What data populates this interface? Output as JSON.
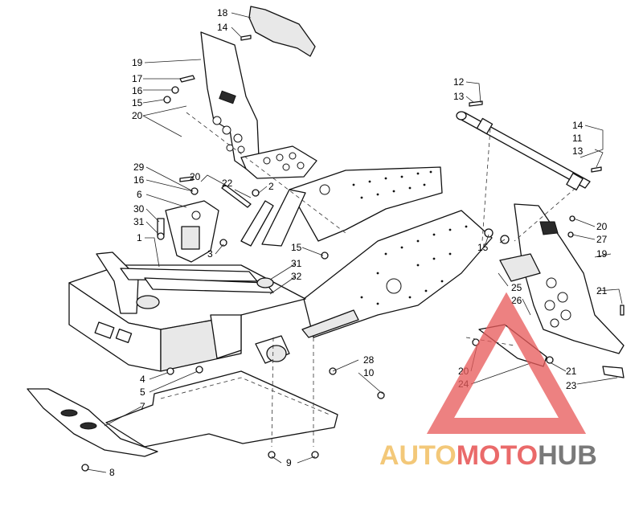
{
  "diagram": {
    "callouts": {
      "c1": "1",
      "c2": "2",
      "c3": "3",
      "c4": "4",
      "c5": "5",
      "c6": "6",
      "c7": "7",
      "c8": "8",
      "c9": "9",
      "c10": "10",
      "c11": "11",
      "c12": "12",
      "c13a": "13",
      "c13b": "13",
      "c14a": "14",
      "c14b": "14",
      "c15a": "15",
      "c15b": "15",
      "c15c": "15",
      "c16a": "16",
      "c16b": "16",
      "c17": "17",
      "c18": "18",
      "c19a": "19",
      "c19b": "19",
      "c20a": "20",
      "c20b": "20",
      "c20c": "20",
      "c20d": "20",
      "c21a": "21",
      "c21b": "21",
      "c22": "22",
      "c23": "23",
      "c24": "24",
      "c25": "25",
      "c26": "26",
      "c27": "27",
      "c28": "28",
      "c29": "29",
      "c30": "30",
      "c31a": "31",
      "c31b": "31",
      "c32": "32"
    }
  },
  "watermark": {
    "part1": "AUTO",
    "part2": "MOTO",
    "part3": "HUB",
    "colors": {
      "part1": "#f2c36b",
      "part2": "#e85a5a",
      "part3": "#6b6b6b"
    }
  }
}
